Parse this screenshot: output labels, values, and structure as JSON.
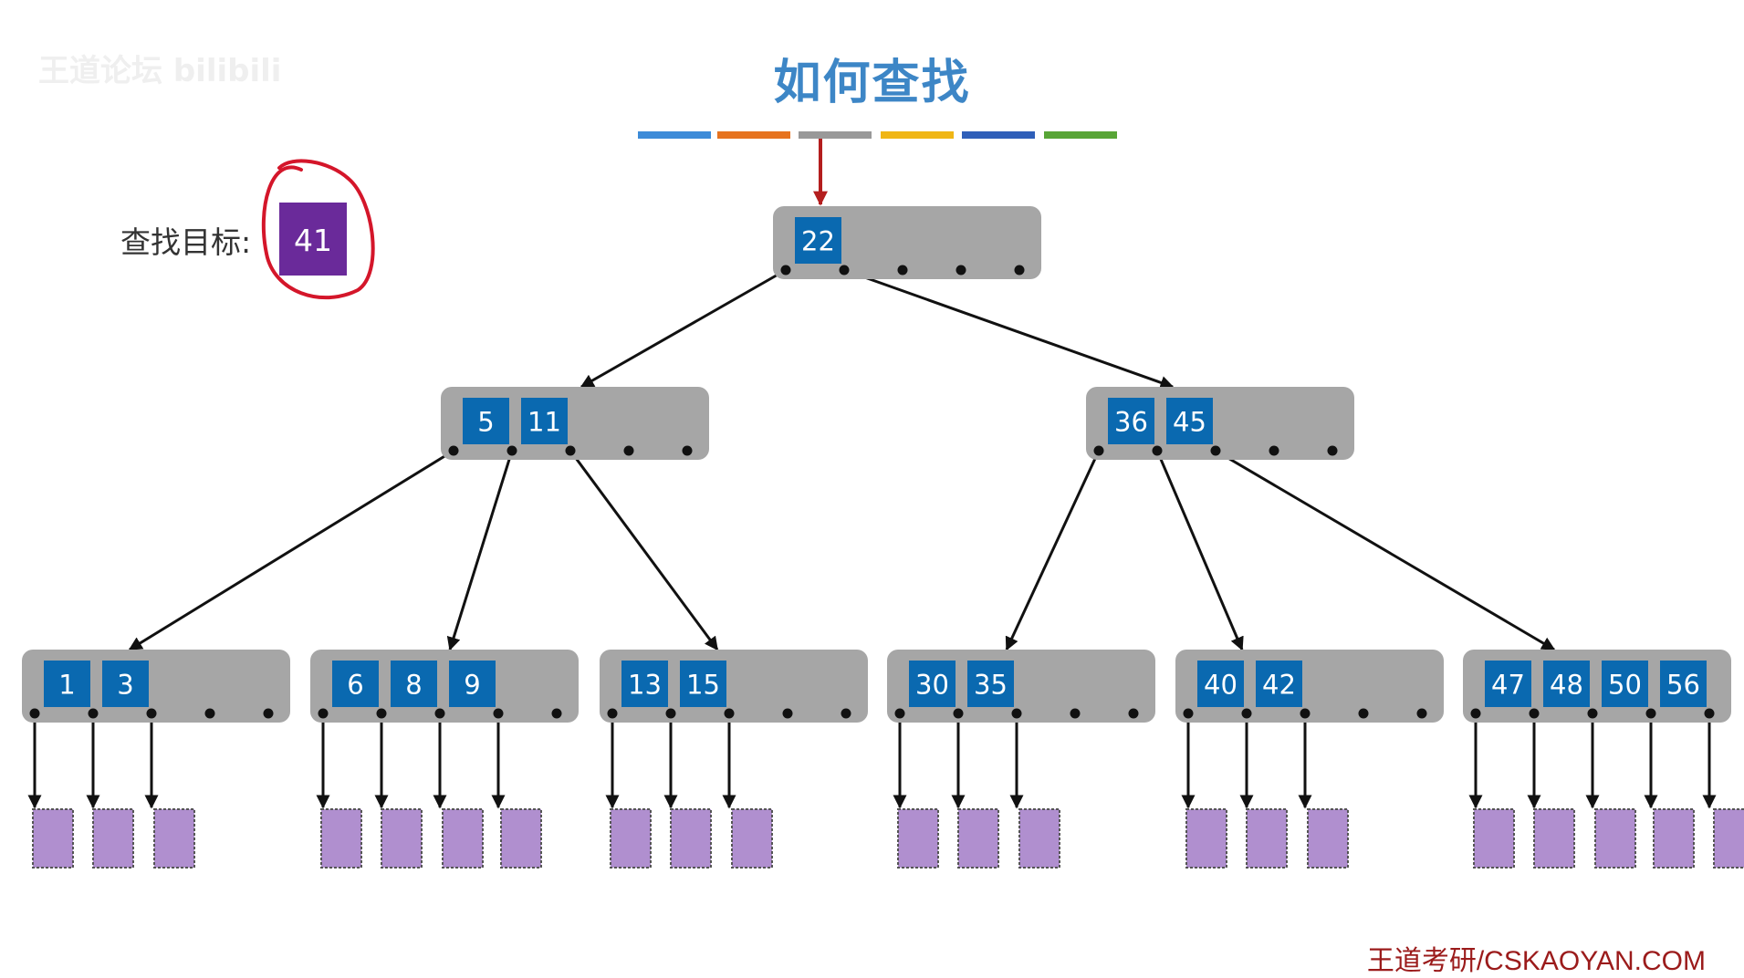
{
  "watermark": "王道论坛 bilibili",
  "title": "如何查找",
  "target": {
    "label": "查找目标:",
    "value": "41"
  },
  "credit": "王道考研/CSKAOYAN.COM",
  "colors": {
    "title": "#3d86c6",
    "node_bg": "#a6a6a6",
    "key_bg": "#0a69b0",
    "target_bg": "#6a2a9a",
    "leaf_bg": "#b08fcf",
    "circle": "#d4162a",
    "pointer_arrow": "#b41e1e",
    "progress": [
      "#3d8bd8",
      "#e6731f",
      "#999999",
      "#f0b615",
      "#2f5fb9",
      "#58a536"
    ]
  },
  "tree": {
    "order": 5,
    "root": {
      "keys": [
        "22"
      ]
    },
    "level1": [
      {
        "keys": [
          "5",
          "11"
        ]
      },
      {
        "keys": [
          "36",
          "45"
        ]
      }
    ],
    "level2": [
      {
        "keys": [
          "1",
          "3"
        ]
      },
      {
        "keys": [
          "6",
          "8",
          "9"
        ]
      },
      {
        "keys": [
          "13",
          "15"
        ]
      },
      {
        "keys": [
          "30",
          "35"
        ]
      },
      {
        "keys": [
          "40",
          "42"
        ]
      },
      {
        "keys": [
          "47",
          "48",
          "50",
          "56"
        ]
      }
    ]
  }
}
